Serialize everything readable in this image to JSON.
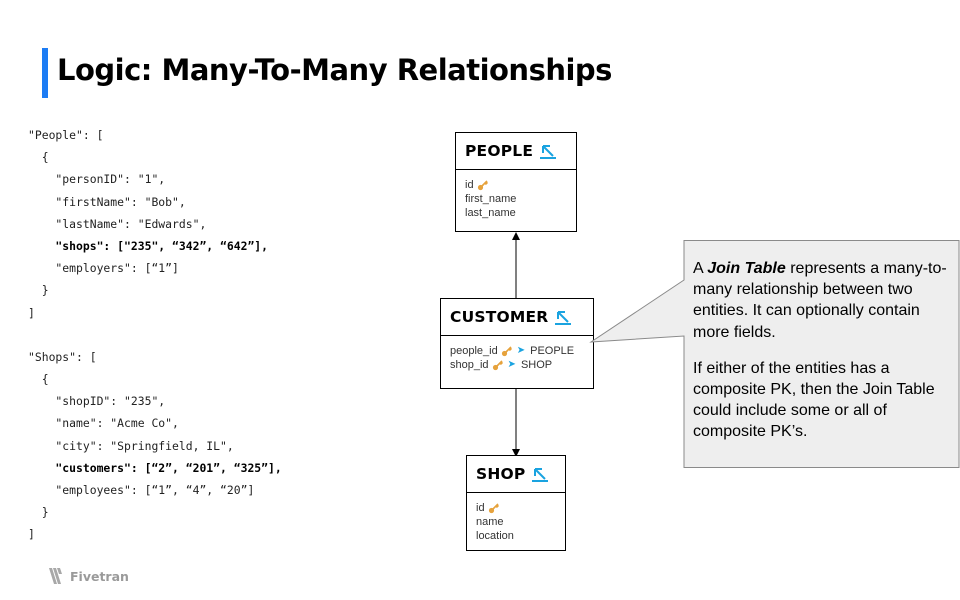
{
  "title": "Logic: Many-To-Many Relationships",
  "code_lines": [
    {
      "text": "\"People\": [",
      "bold": false
    },
    {
      "text": "  {",
      "bold": false
    },
    {
      "text": "    \"personID\": \"1\",",
      "bold": false
    },
    {
      "text": "    \"firstName\": \"Bob\",",
      "bold": false
    },
    {
      "text": "    \"lastName\": \"Edwards\",",
      "bold": false
    },
    {
      "text": "    \"shops\": [\"235\", “342”, “642”],",
      "bold": true
    },
    {
      "text": "    \"employers\": [“1”]",
      "bold": false
    },
    {
      "text": "  }",
      "bold": false
    },
    {
      "text": "]",
      "bold": false
    },
    {
      "text": "",
      "bold": false
    },
    {
      "text": "\"Shops\": [",
      "bold": false
    },
    {
      "text": "  {",
      "bold": false
    },
    {
      "text": "    \"shopID\": \"235\",",
      "bold": false
    },
    {
      "text": "    \"name\": \"Acme Co\",",
      "bold": false
    },
    {
      "text": "    \"city\": \"Springfield, IL\",",
      "bold": false
    },
    {
      "text": "    \"customers\": [“2”, “201”, “325”],",
      "bold": true
    },
    {
      "text": "    \"employees\": [“1”, “4”, “20”]",
      "bold": false
    },
    {
      "text": "  }",
      "bold": false
    },
    {
      "text": "]",
      "bold": false
    }
  ],
  "entities": {
    "people": {
      "name": "PEOPLE",
      "fields": [
        "id",
        "first_name",
        "last_name"
      ]
    },
    "customer": {
      "name": "CUSTOMER",
      "fields": [
        {
          "name": "people_id",
          "ref": "PEOPLE"
        },
        {
          "name": "shop_id",
          "ref": "SHOP"
        }
      ]
    },
    "shop": {
      "name": "SHOP",
      "fields": [
        "id",
        "name",
        "location"
      ]
    }
  },
  "callout": {
    "p1_prefix": "A ",
    "p1_emphasis": "Join Table",
    "p1_rest": " represents a many-to-many relationship between two entities.  It can optionally contain more fields.",
    "p2": "If either of the entities has a composite PK, then the Join Table could include some or all of composite PK’s."
  },
  "logo_text": "Fivetran",
  "colors": {
    "accent_bar": "#1c7cf4",
    "link_icon": "#1aa3e0",
    "key_icon": "#e6a23c",
    "callout_fill": "#eeeeee",
    "callout_border": "#8a8a8a"
  }
}
